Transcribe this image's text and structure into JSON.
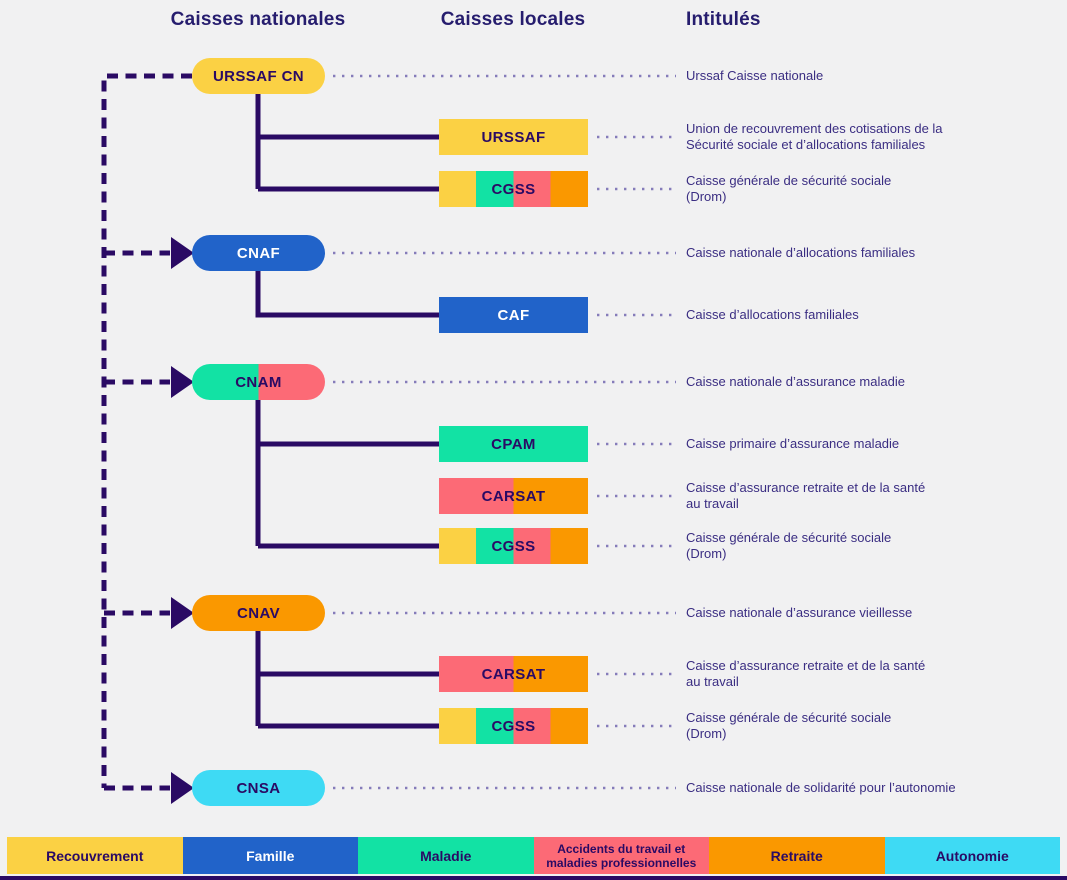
{
  "headers": {
    "nationales": "Caisses nationales",
    "locales": "Caisses locales",
    "intitules": "Intitulés"
  },
  "palette": {
    "background": "#F1F1F2",
    "line": "#2A0A64",
    "leader_dots": "#857CBA",
    "recouvrement_yellow": "#FBD144",
    "famille_blue": "#2163C9",
    "maladie_green": "#12E2A4",
    "accidents_pink": "#FC6A76",
    "retraite_orange": "#FA9800",
    "autonomie_cyan": "#3EDAF4"
  },
  "groups": [
    {
      "national": {
        "label": "URSSAF CN",
        "title": "Urssaf Caisse nationale",
        "colors": [
          "#FBD144"
        ]
      },
      "children": [
        {
          "label": "URSSAF",
          "title": "Union de recouvrement des cotisations de la\nSécurité sociale et d’allocations familiales",
          "colors": [
            "#FBD144"
          ]
        },
        {
          "label": "CGSS",
          "title": "Caisse générale de sécurité sociale\n(Drom)",
          "colors": [
            "#FBD144",
            "#12E2A4",
            "#FC6A76",
            "#FA9800"
          ]
        }
      ]
    },
    {
      "national": {
        "label": "CNAF",
        "title": "Caisse nationale d’allocations familiales",
        "colors": [
          "#2163C9"
        ]
      },
      "children": [
        {
          "label": "CAF",
          "title": "Caisse d’allocations familiales",
          "colors": [
            "#2163C9"
          ]
        }
      ]
    },
    {
      "national": {
        "label": "CNAM",
        "title": "Caisse nationale d’assurance maladie",
        "colors": [
          "#12E2A4",
          "#FC6A76"
        ]
      },
      "children": [
        {
          "label": "CPAM",
          "title": "Caisse primaire d’assurance maladie",
          "colors": [
            "#12E2A4"
          ]
        },
        {
          "label": "CARSAT",
          "title": "Caisse d’assurance retraite et de la santé\nau travail",
          "colors": [
            "#FC6A76",
            "#FA9800"
          ]
        },
        {
          "label": "CGSS",
          "title": "Caisse générale de sécurité sociale\n(Drom)",
          "colors": [
            "#FBD144",
            "#12E2A4",
            "#FC6A76",
            "#FA9800"
          ]
        }
      ]
    },
    {
      "national": {
        "label": "CNAV",
        "title": "Caisse nationale d’assurance vieillesse",
        "colors": [
          "#FA9800"
        ]
      },
      "children": [
        {
          "label": "CARSAT",
          "title": "Caisse d’assurance retraite et de la santé\nau travail",
          "colors": [
            "#FC6A76",
            "#FA9800"
          ]
        },
        {
          "label": "CGSS",
          "title": "Caisse générale de sécurité sociale\n(Drom)",
          "colors": [
            "#FBD144",
            "#12E2A4",
            "#FC6A76",
            "#FA9800"
          ]
        }
      ]
    },
    {
      "national": {
        "label": "CNSA",
        "title": "Caisse nationale de solidarité pour l’autonomie",
        "colors": [
          "#3EDAF4"
        ]
      },
      "children": []
    }
  ],
  "legend": [
    {
      "label": "Recouvrement",
      "color": "#FBD144"
    },
    {
      "label": "Famille",
      "color": "#2163C9"
    },
    {
      "label": "Maladie",
      "color": "#12E2A4"
    },
    {
      "label": "Accidents du travail et\nmaladies professionnelles",
      "color": "#FC6A76"
    },
    {
      "label": "Retraite",
      "color": "#FA9800"
    },
    {
      "label": "Autonomie",
      "color": "#3EDAF4"
    }
  ]
}
